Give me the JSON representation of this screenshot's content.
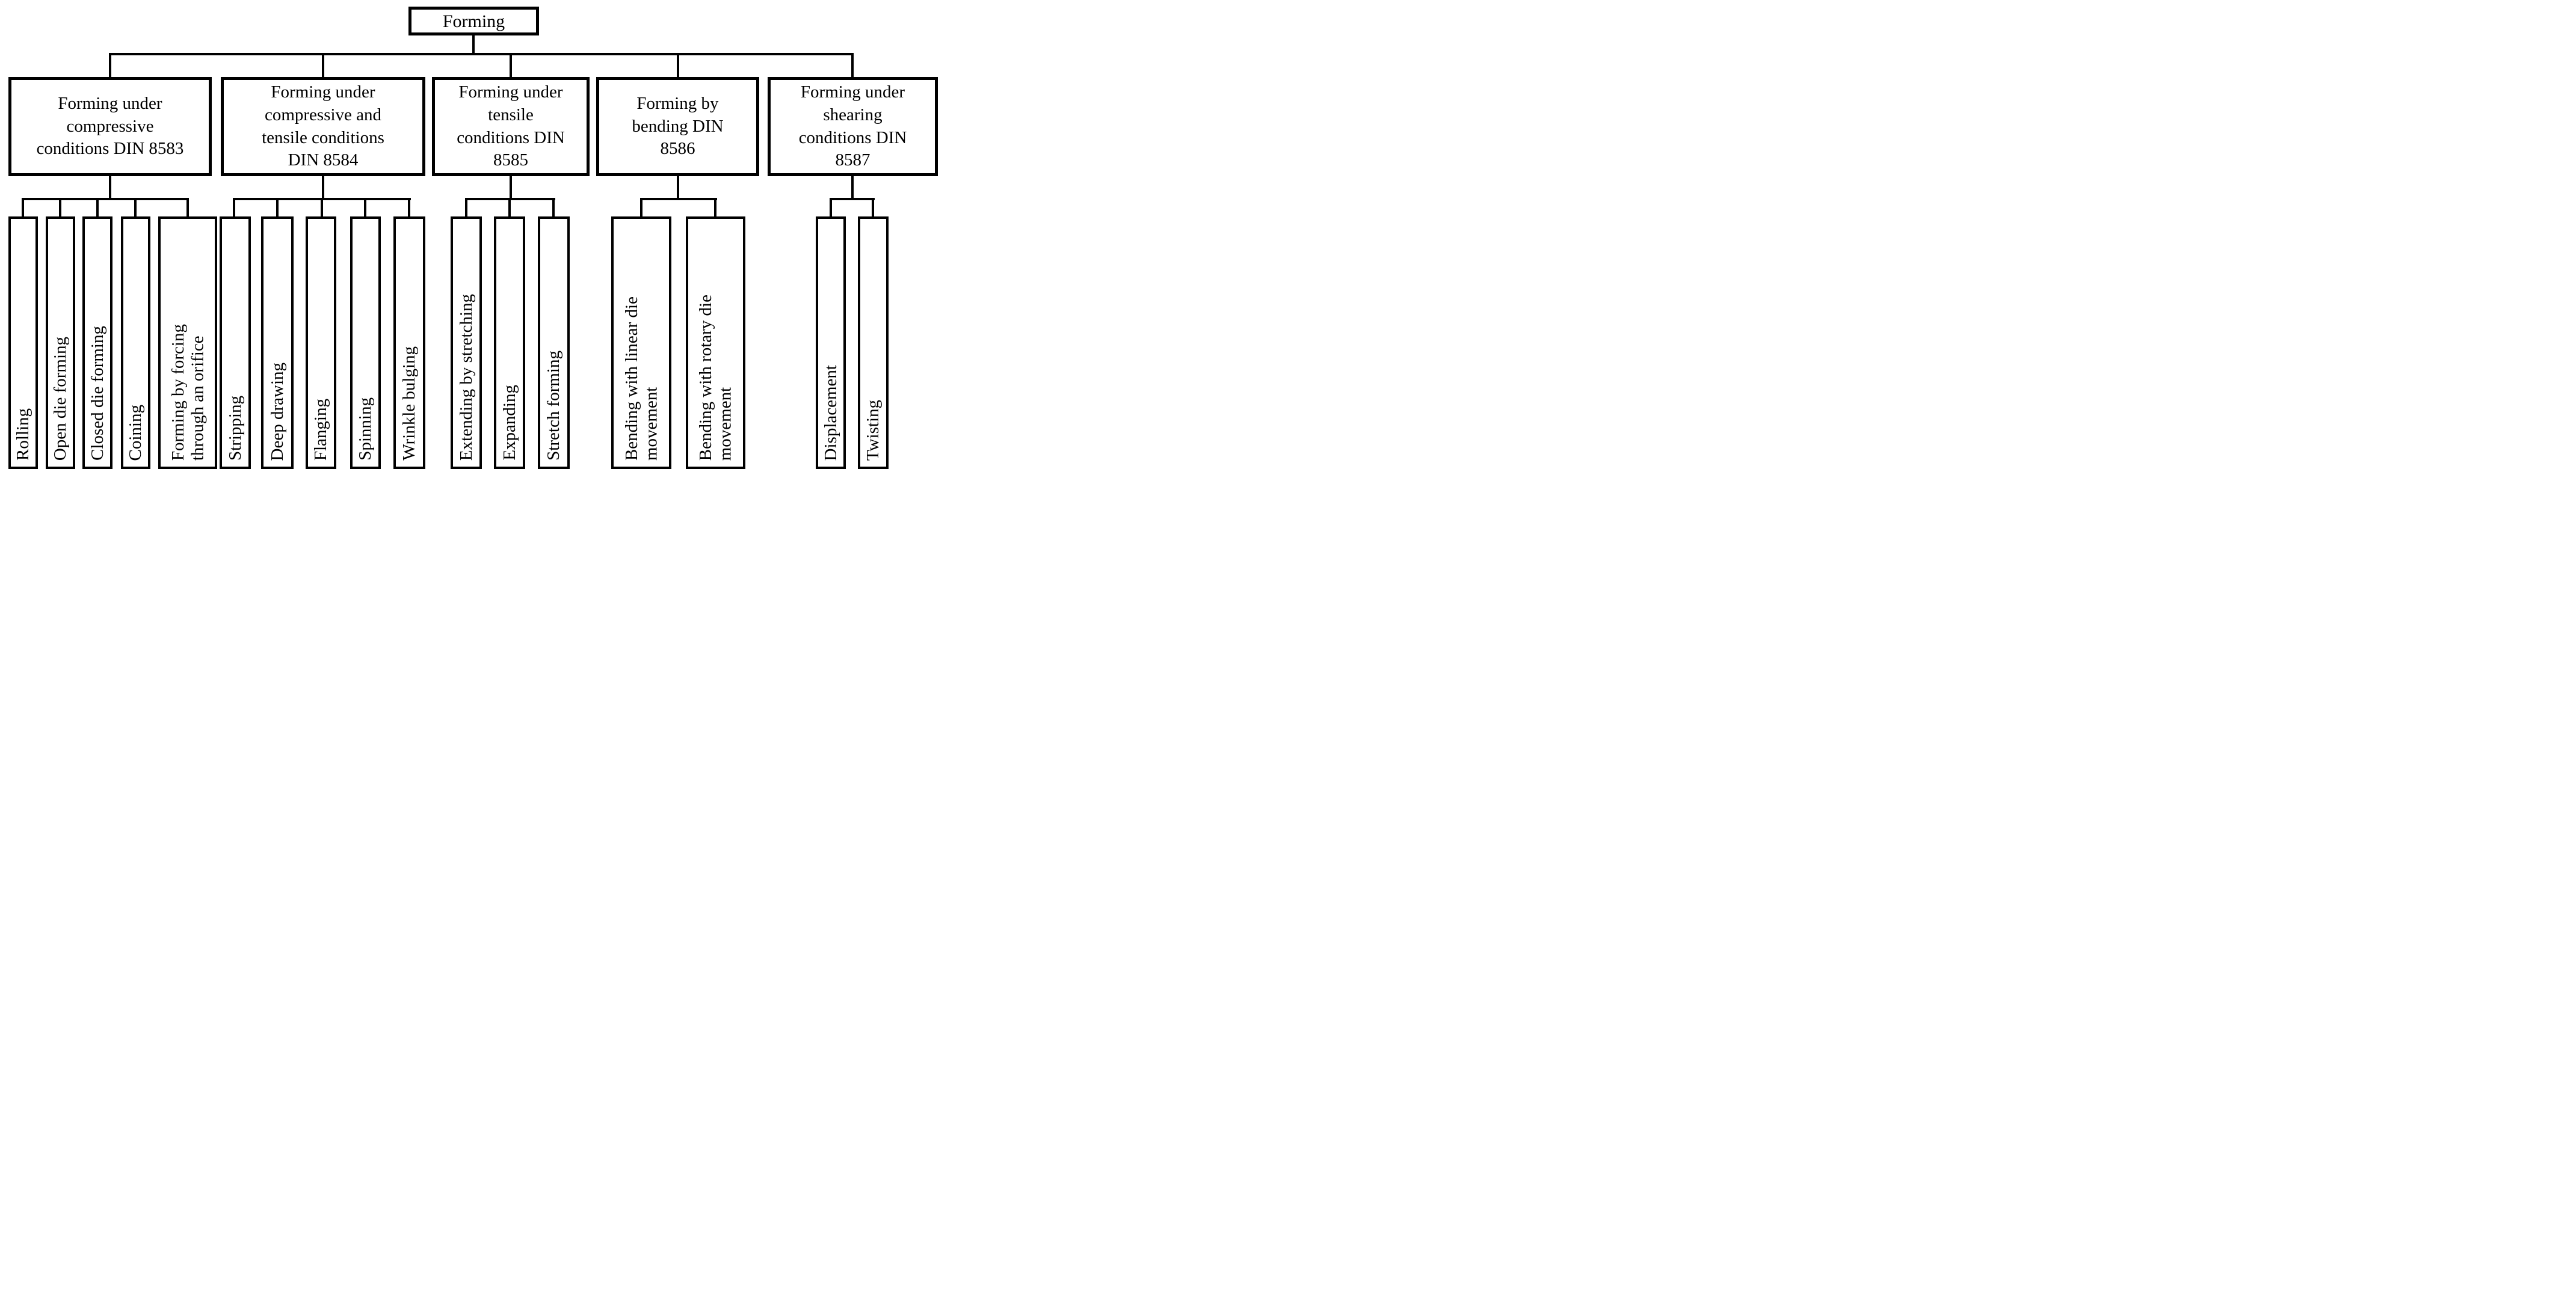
{
  "diagram": {
    "root": "Forming",
    "groups": [
      {
        "label": "Forming under\ncompressive\nconditions DIN 8583",
        "children": [
          "Rolling",
          "Open die forming",
          "Closed die forming",
          "Coining",
          "Forming by forcing\nthrough an orifice"
        ]
      },
      {
        "label": "Forming under\ncompressive and\ntensile conditions\nDIN 8584",
        "children": [
          "Stripping",
          "Deep drawing",
          "Flanging",
          "Spinning",
          "Wrinkle bulging"
        ]
      },
      {
        "label": "Forming under\ntensile\nconditions DIN\n8585",
        "children": [
          "Extending by stretching",
          "Expanding",
          "Stretch forming"
        ]
      },
      {
        "label": "Forming by\nbending DIN\n8586",
        "children": [
          "Bending with linear die\nmovement",
          "Bending with rotary die\nmovement"
        ]
      },
      {
        "label": "Forming under\nshearing\nconditions DIN\n8587",
        "children": [
          "Displacement",
          "Twisting"
        ]
      }
    ],
    "colors": {
      "line": "#000000",
      "background": "#ffffff",
      "text": "#000000"
    }
  }
}
